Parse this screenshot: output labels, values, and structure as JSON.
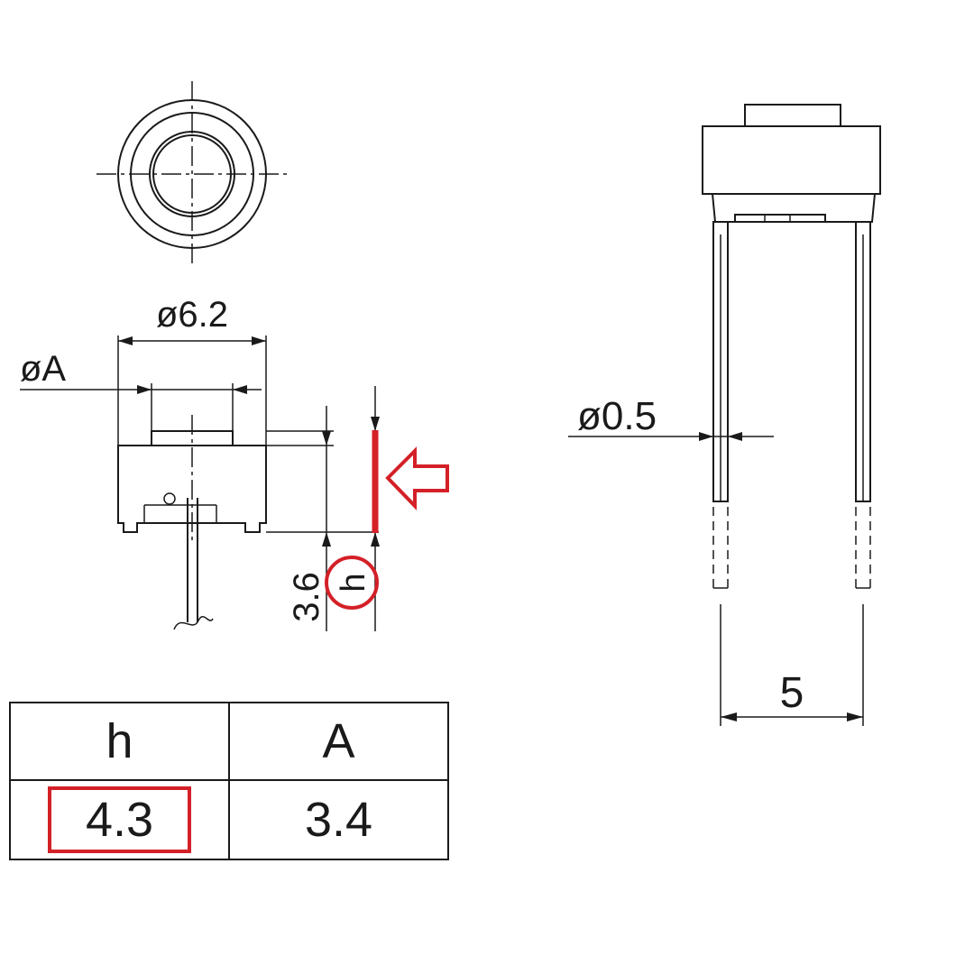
{
  "dimensions": {
    "cap_diameter": "ø6.2",
    "actuator_diameter": "øA",
    "body_height": "3.6",
    "height_symbol": "h",
    "pin_diameter": "ø0.5",
    "pin_spacing": "5"
  },
  "table": {
    "headers": [
      "h",
      "A"
    ],
    "values": [
      "4.3",
      "3.4"
    ],
    "highlighted": "h"
  },
  "colors": {
    "highlight": "#d42027",
    "line": "#1a1a1a"
  }
}
